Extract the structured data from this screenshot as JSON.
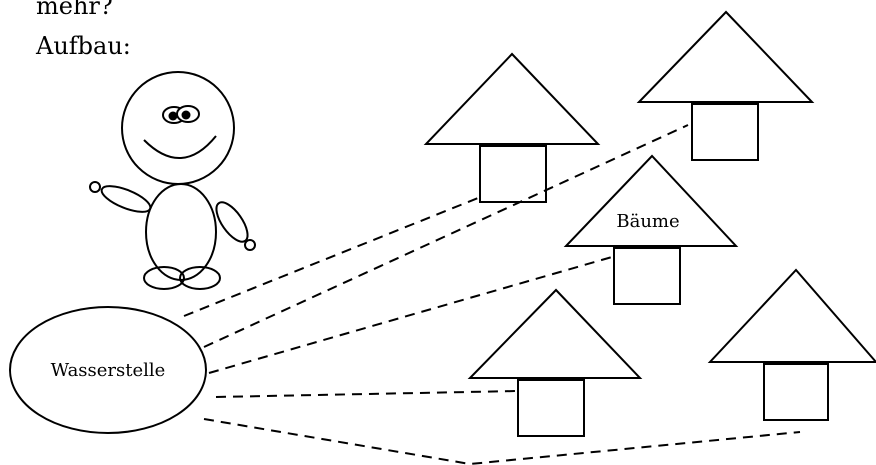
{
  "heading": {
    "line1": "mehr?",
    "line2": "Aufbau:"
  },
  "labels": {
    "water": "Wasserstelle",
    "trees": "Bäume"
  }
}
